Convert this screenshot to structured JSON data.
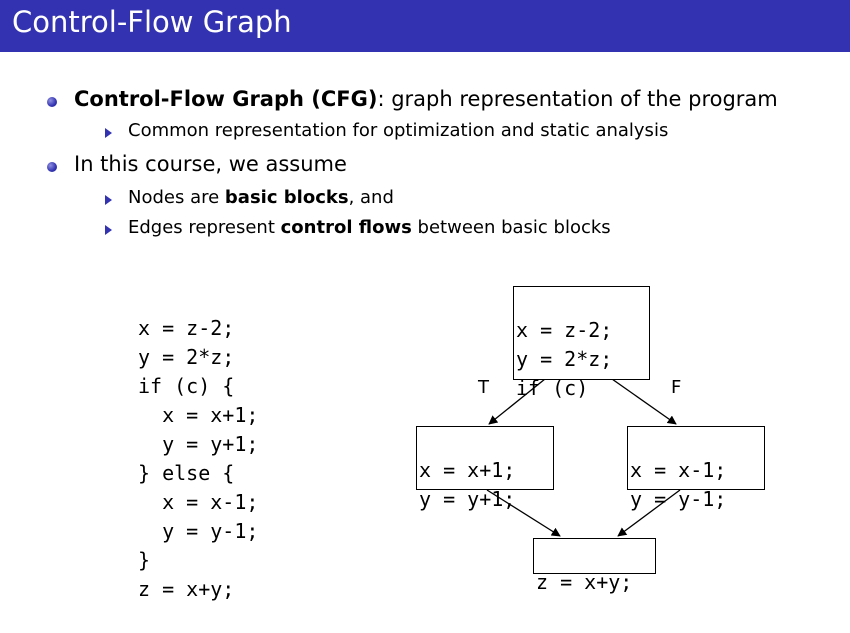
{
  "slide": {
    "title": "Control-Flow Graph"
  },
  "bullets": [
    {
      "bold": "Control-Flow Graph (CFG)",
      "text": ": graph representation of the program",
      "sub": [
        {
          "parts": [
            {
              "text": "Common representation for optimization and static analysis",
              "bold": false
            }
          ]
        }
      ]
    },
    {
      "bold": "",
      "text": "In this course, we assume",
      "sub": [
        {
          "parts": [
            {
              "text": "Nodes are ",
              "bold": false
            },
            {
              "text": "basic blocks",
              "bold": true
            },
            {
              "text": ", and",
              "bold": false
            }
          ]
        },
        {
          "parts": [
            {
              "text": "Edges represent ",
              "bold": false
            },
            {
              "text": "control flows",
              "bold": true
            },
            {
              "text": " between basic blocks",
              "bold": false
            }
          ]
        }
      ]
    }
  ],
  "code": {
    "lines": [
      "x = z-2;",
      "y = 2*z;",
      "if (c) {",
      "  x = x+1;",
      "  y = y+1;",
      "} else {",
      "  x = x-1;",
      "  y = y-1;",
      "}",
      "z = x+y;"
    ]
  },
  "cfg": {
    "nodes": {
      "entry": [
        "x = z-2;",
        "y = 2*z;",
        "if (c)"
      ],
      "then": [
        "x = x+1;",
        "y = y+1;"
      ],
      "else": [
        "x = x-1;",
        "y = y-1;"
      ],
      "exit": [
        "z = x+y;"
      ]
    },
    "labels": {
      "true": "T",
      "false": "F"
    }
  },
  "colors": {
    "title_bg": "#3333b2",
    "title_fg": "#ffffff",
    "bullet": "#3333b2"
  }
}
